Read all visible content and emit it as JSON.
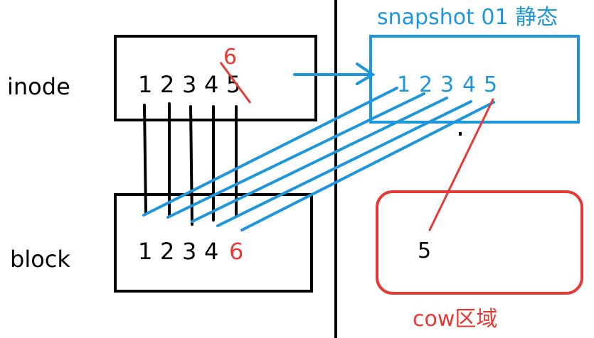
{
  "labels": {
    "inode": "inode",
    "block": "block",
    "snapshot_title": "snapshot 01 静态",
    "cow_title": "cow区域"
  },
  "inode_box": {
    "digits": [
      "1",
      "2",
      "3",
      "4",
      "5"
    ],
    "crossed_digit": "5",
    "replacement": "6"
  },
  "block_box": {
    "digits": [
      "1",
      "2",
      "3",
      "4"
    ],
    "new_digit": "6"
  },
  "snapshot_box": {
    "digits": [
      "1",
      "2",
      "3",
      "4",
      "5"
    ]
  },
  "cow_box": {
    "digit": "5"
  },
  "colors": {
    "ink": "#000000",
    "blue": "#1e96dc",
    "red": "#e53935"
  }
}
